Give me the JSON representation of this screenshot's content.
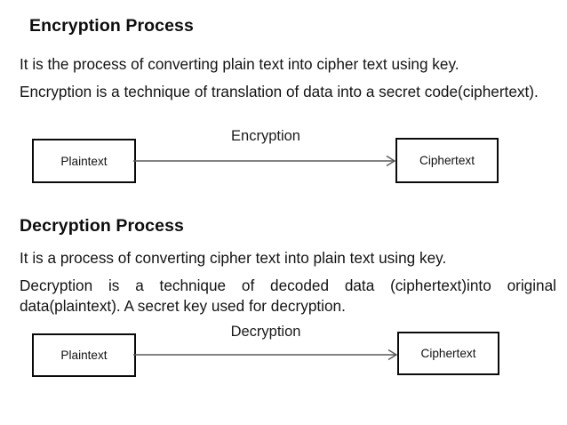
{
  "slide": {
    "background_color": "#ffffff",
    "text_color": "#131313",
    "box_border_color": "#0a0a0a",
    "arrow_color": "#595959"
  },
  "sections": [
    {
      "heading": "Encryption Process",
      "paragraphs": [
        "It is the process of converting plain text into cipher text using key.",
        "Encryption is a technique of translation of data into a secret code(ciphertext)."
      ],
      "diagram": {
        "source_label": "Plaintext",
        "target_label": "Ciphertext",
        "arrow_label": "Encryption",
        "arrow_direction": "left-to-right"
      }
    },
    {
      "heading": "Decryption Process",
      "paragraphs": [
        "It is a process of converting cipher text into plain text using key.",
        "Decryption is a technique of decoded data (ciphertext)into original data(plaintext). A secret key used for decryption."
      ],
      "diagram": {
        "source_label": "Plaintext",
        "target_label": "Ciphertext",
        "arrow_label": "Decryption",
        "arrow_direction": "left-to-right"
      }
    }
  ]
}
